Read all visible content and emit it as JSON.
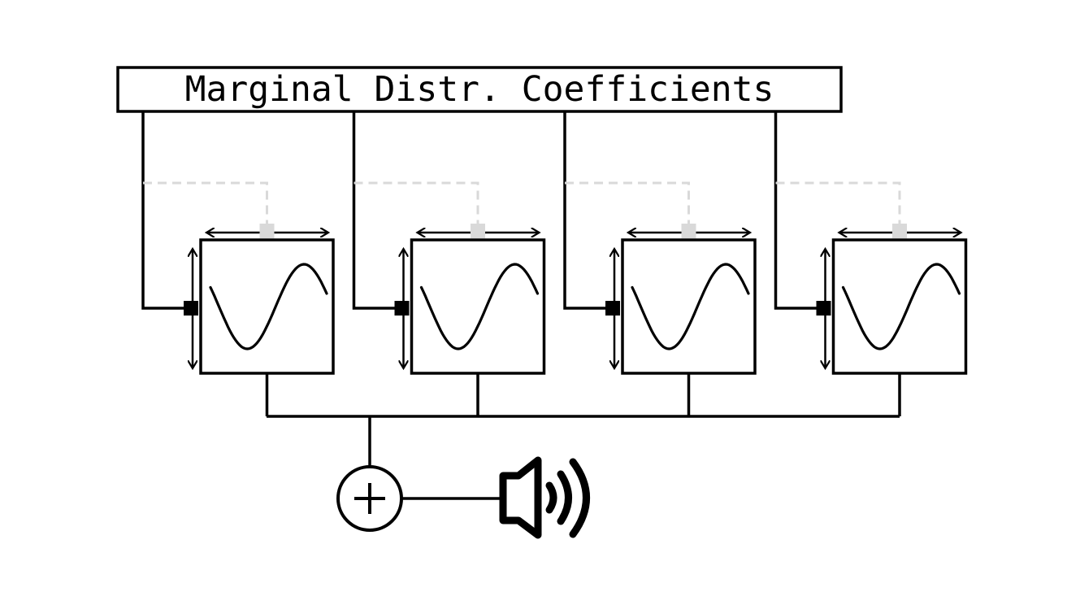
{
  "title": "Marginal Distr. Coefficients",
  "oscillators": [
    {
      "id": "osc-1",
      "waveform": "sine"
    },
    {
      "id": "osc-2",
      "waveform": "sine"
    },
    {
      "id": "osc-3",
      "waveform": "sine"
    },
    {
      "id": "osc-4",
      "waveform": "sine"
    }
  ],
  "mixer_icon": "plus-circle-icon",
  "output_icon": "speaker-icon",
  "colors": {
    "line": "#000000",
    "dashed_link": "#d9d9d9",
    "background": "#ffffff"
  }
}
